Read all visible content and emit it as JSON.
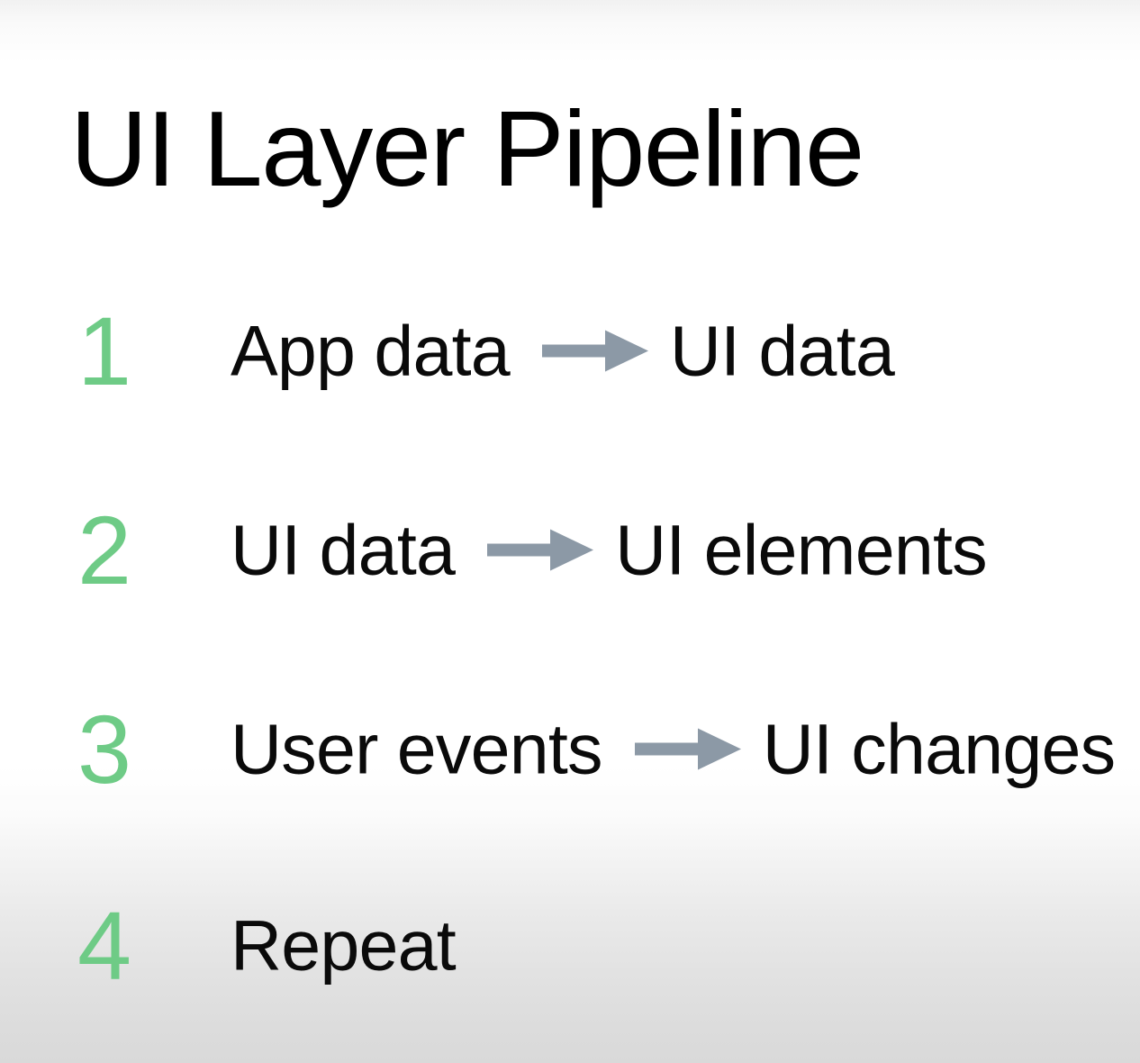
{
  "slide": {
    "title": "UI Layer Pipeline",
    "background_top": "#f1f1f1",
    "background_mid": "#ffffff",
    "background_bottom": "#dcdcdc",
    "number_color": "#6ecb86",
    "text_color": "#0a0a0a",
    "arrow_color": "#8c99a6"
  },
  "steps": [
    {
      "number": "1",
      "source": "App data",
      "arrow": "arrow-right-icon",
      "target": "UI data",
      "has_arrow": true
    },
    {
      "number": "2",
      "source": "UI data",
      "arrow": "arrow-right-icon",
      "target": "UI elements",
      "has_arrow": true
    },
    {
      "number": "3",
      "source": "User events",
      "arrow": "arrow-right-icon",
      "target": "UI changes",
      "has_arrow": true
    },
    {
      "number": "4",
      "source": "Repeat",
      "arrow": "",
      "target": "",
      "has_arrow": false
    }
  ]
}
